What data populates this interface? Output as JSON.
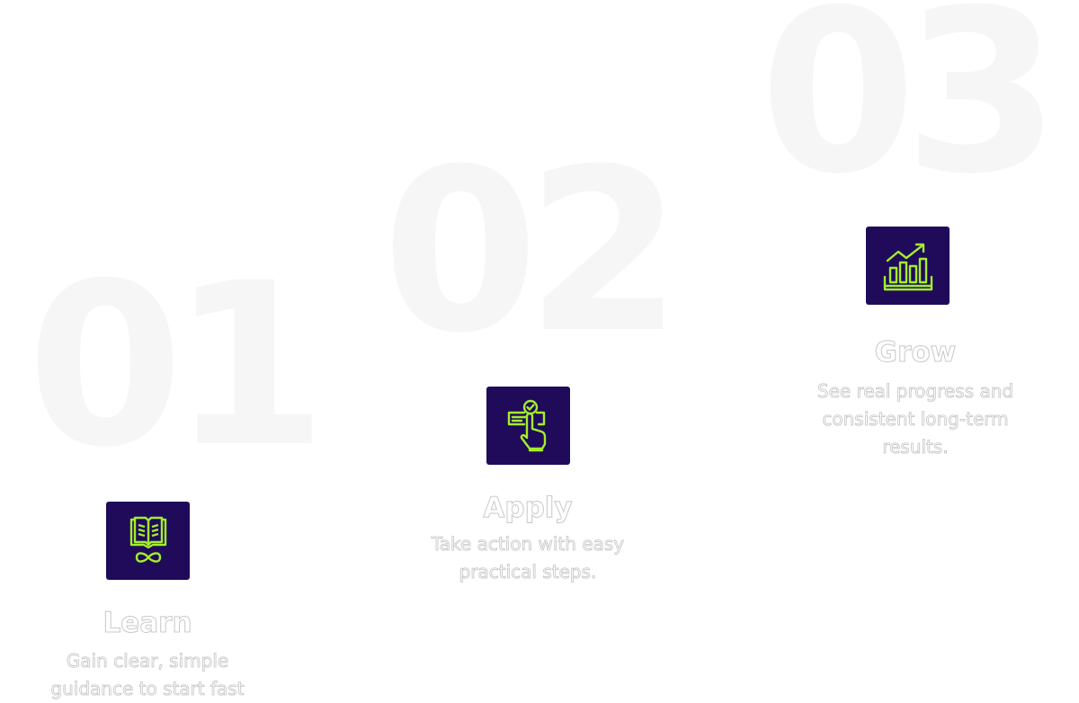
{
  "steps": [
    {
      "number": "01",
      "title": "Learn",
      "description": "Gain clear, simple guidance to start fast",
      "icon": "book-infinity-icon"
    },
    {
      "number": "02",
      "title": "Apply",
      "description": "Take action with easy practical steps.",
      "icon": "hand-tap-check-icon"
    },
    {
      "number": "03",
      "title": "Grow",
      "description": "See real progress and consistent long-term results.",
      "icon": "growth-chart-icon"
    }
  ],
  "colors": {
    "icon_bg": "#1f0b5a",
    "icon_stroke": "#a3ee2a",
    "number": "#f6f6f6"
  }
}
